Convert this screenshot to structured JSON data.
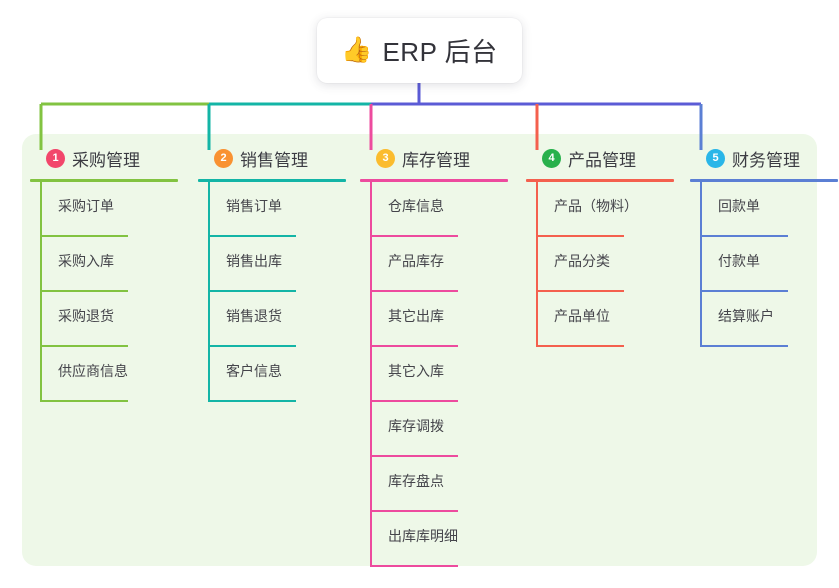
{
  "page": {
    "background": "#ffffff",
    "panel_color": "#eef8e8"
  },
  "root": {
    "icon": "thumbs-up-icon",
    "icon_glyph": "👍",
    "label": "ERP 后台"
  },
  "bus": {
    "segments": [
      {
        "name": "bus-green",
        "color": "#82c341"
      },
      {
        "name": "bus-teal",
        "color": "#13b5a6"
      },
      {
        "name": "bus-indigo",
        "color": "#5b5bd6"
      }
    ]
  },
  "columns": [
    {
      "id": "procurement",
      "number": "1",
      "title": "采购管理",
      "badge_color": "#f2466b",
      "line_color": "#82c341",
      "drop_color": "#82c341",
      "items": [
        {
          "label": "采购订单"
        },
        {
          "label": "采购入库"
        },
        {
          "label": "采购退货"
        },
        {
          "label": "供应商信息"
        }
      ]
    },
    {
      "id": "sales",
      "number": "2",
      "title": "销售管理",
      "badge_color": "#f99232",
      "line_color": "#13b5a6",
      "drop_color": "#13b5a6",
      "items": [
        {
          "label": "销售订单"
        },
        {
          "label": "销售出库"
        },
        {
          "label": "销售退货"
        },
        {
          "label": "客户信息"
        }
      ]
    },
    {
      "id": "inventory",
      "number": "3",
      "title": "库存管理",
      "badge_color": "#fbbc2e",
      "line_color": "#ed4b9e",
      "drop_color": "#ed4b9e",
      "items": [
        {
          "label": "仓库信息"
        },
        {
          "label": "产品库存"
        },
        {
          "label": "其它出库"
        },
        {
          "label": "其它入库"
        },
        {
          "label": "库存调拨"
        },
        {
          "label": "库存盘点"
        },
        {
          "label": "出库库明细"
        }
      ]
    },
    {
      "id": "product",
      "number": "4",
      "title": "产品管理",
      "badge_color": "#28b14c",
      "line_color": "#f4604e",
      "drop_color": "#f4604e",
      "items": [
        {
          "label": "产品（物料）"
        },
        {
          "label": "产品分类"
        },
        {
          "label": "产品单位"
        }
      ]
    },
    {
      "id": "finance",
      "number": "5",
      "title": "财务管理",
      "badge_color": "#29b6e8",
      "line_color": "#5b7fd4",
      "drop_color": "#5b7fd4",
      "items": [
        {
          "label": "回款单"
        },
        {
          "label": "付款单"
        },
        {
          "label": "结算账户"
        }
      ]
    }
  ]
}
